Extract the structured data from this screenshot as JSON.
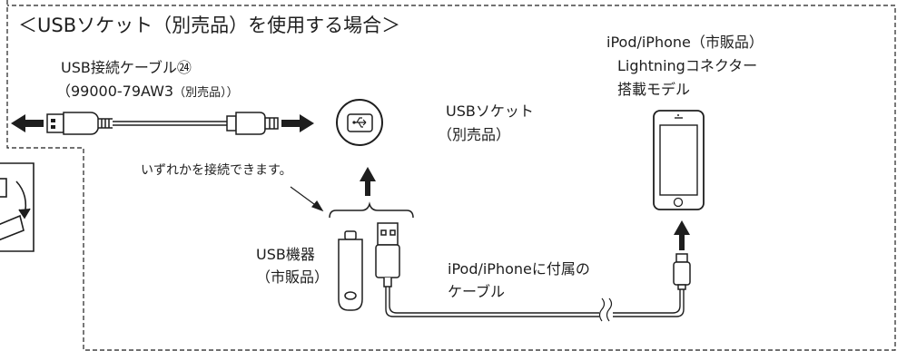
{
  "title": "＜USBソケット（別売品）を使用する場合＞",
  "usb_cable": {
    "name": "USB接続ケーブル㉔",
    "part_open": "（99000-79AW3",
    "part_note": "（別売品））"
  },
  "usb_socket": {
    "label": "USBソケット",
    "note": "（別売品）"
  },
  "either_label": "いずれかを接続できます。",
  "usb_device": {
    "label": "USB機器",
    "note": "（市販品）"
  },
  "ipod_cable": {
    "line1": "iPod/iPhoneに付属の",
    "line2": "ケーブル"
  },
  "ipod": {
    "line1": "iPod/iPhone（市販品）",
    "line2": "Lightningコネクター",
    "line3": "搭載モデル"
  },
  "colors": {
    "line": "#1e1e1e",
    "fill": "#ffffff"
  }
}
